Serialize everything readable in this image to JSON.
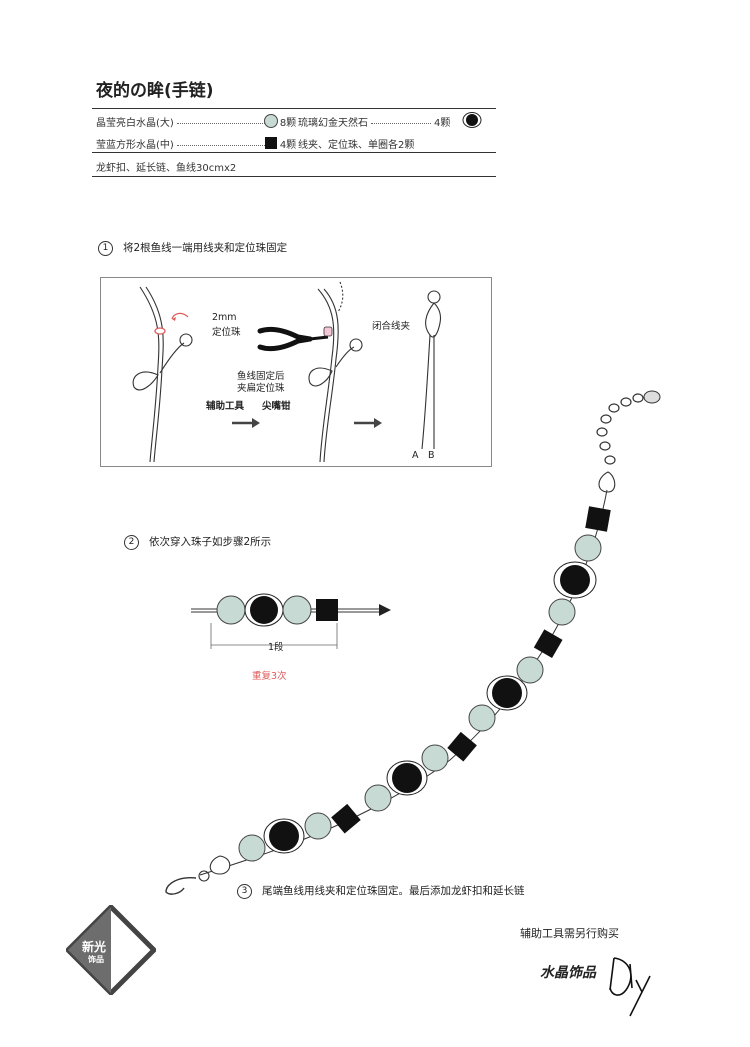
{
  "title": "夜的の眸(手链)",
  "materials": {
    "row1_left_name": "晶莹亮白水晶(大)",
    "row1_left_qty": "8颗",
    "row1_right_name": "琉璃幻金天然石",
    "row1_right_qty": "4颗",
    "row2_left_name": "莹蓝方形水晶(中)",
    "row2_left_qty": "4颗",
    "row2_right_text": "线夹、定位珠、单圈各2颗",
    "row3_text": "龙虾扣、延长链、鱼线30cmx2"
  },
  "step1": {
    "number": "1",
    "text": "将2根鱼线一端用线夹和定位珠固定",
    "label_2mm": "2mm",
    "label_bead": "定位珠",
    "label_after_1": "鱼线固定后",
    "label_after_2": "夹扁定位珠",
    "label_tool": "辅助工具",
    "label_pliers": "尖嘴钳",
    "label_close": "闭合线夹",
    "label_a": "A",
    "label_b": "B"
  },
  "step2": {
    "number": "2",
    "text": "依次穿入珠子如步骤2所示",
    "segment_label": "1段",
    "repeat_label": "重复3次"
  },
  "step3": {
    "number": "3",
    "text": "尾端鱼线用线夹和定位珠固定。最后添加龙虾扣和延长链"
  },
  "note": "辅助工具需另行购买",
  "logo": {
    "line1": "新光",
    "line2": "饰品"
  },
  "brand": "水晶饰品",
  "colors": {
    "clear_bead": "#c7dbd4",
    "black_bead": "#111111",
    "red_accent": "#e05a5a"
  }
}
